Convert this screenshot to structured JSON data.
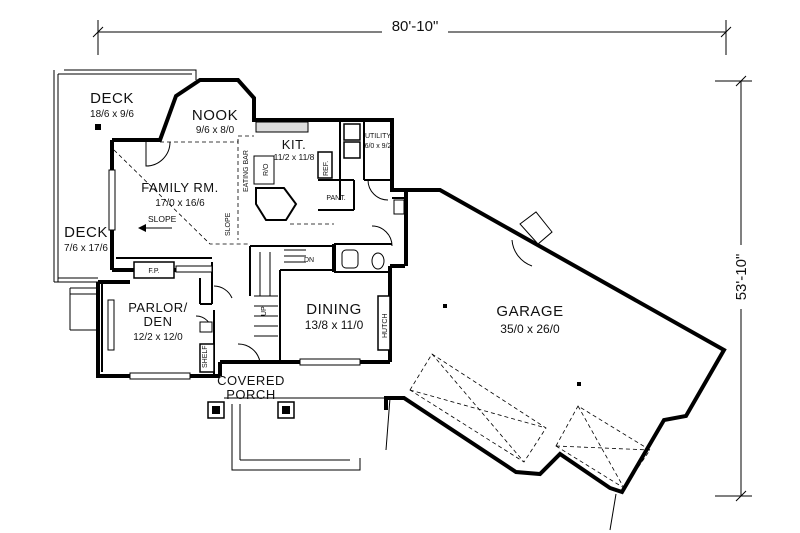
{
  "dimensions": {
    "overall_width": "80'-10\"",
    "overall_depth": "53'-10\""
  },
  "rooms": {
    "deck_upper": {
      "name": "DECK",
      "size": "18/6 x 9/6"
    },
    "deck_lower": {
      "name": "DECK",
      "size": "7/6 x 17/6"
    },
    "nook": {
      "name": "NOOK",
      "size": "9/6 x 8/0"
    },
    "kitchen": {
      "name": "KIT.",
      "size": "11/2 x 11/8"
    },
    "utility": {
      "name": "UTILITY",
      "size": "6/0 x 9/2"
    },
    "family": {
      "name": "FAMILY RM.",
      "size": "17/0 x 16/6"
    },
    "parlor": {
      "name": "PARLOR/",
      "name2": "DEN",
      "size": "12/2 x 12/0"
    },
    "dining": {
      "name": "DINING",
      "size": "13/8 x 11/0"
    },
    "garage": {
      "name": "GARAGE",
      "size": "35/0 x 26/0"
    },
    "porch": {
      "name": "COVERED",
      "name2": "PORCH"
    }
  },
  "labels": {
    "eating_bar": "EATING BAR",
    "slope_family": "SLOPE",
    "slope_hall": "SLOPE",
    "ref": "REF.",
    "pant": "PANT.",
    "fireplace": "F.P.",
    "up": "UP",
    "dn": "DN",
    "hutch": "HUTCH",
    "shelf": "SHELF",
    "range": "R/O"
  }
}
